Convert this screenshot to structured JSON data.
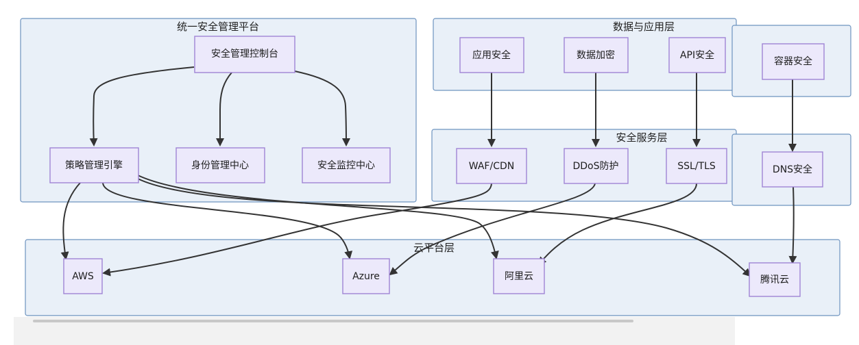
{
  "clusters": {
    "platform": "统一安全管理平台",
    "data_app": "数据与应用层",
    "service": "安全服务层",
    "cloud": "云平台层"
  },
  "nodes": {
    "console": "安全管理控制台",
    "policy": "策略管理引擎",
    "identity": "身份管理中心",
    "monitor": "安全监控中心",
    "app_sec": "应用安全",
    "data_enc": "数据加密",
    "api_sec": "API安全",
    "container": "容器安全",
    "waf": "WAF/CDN",
    "ddos": "DDoS防护",
    "ssl": "SSL/TLS",
    "dns": "DNS安全",
    "aws": "AWS",
    "azure": "Azure",
    "aliyun": "阿里云",
    "tencent": "腾讯云"
  },
  "colors": {
    "cluster_fill": "#e9f0f8",
    "cluster_border": "#6d93bf",
    "node_fill": "#ece9fb",
    "node_border": "#9f83d4",
    "edge": "#333333"
  }
}
